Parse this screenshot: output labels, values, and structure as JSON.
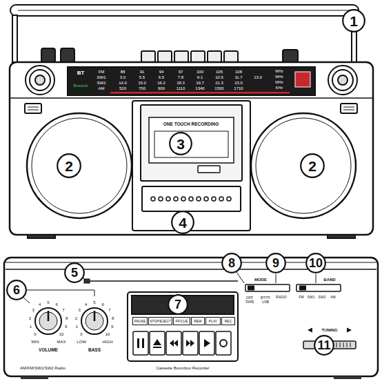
{
  "diagram": {
    "nodes": [
      {
        "text": [
          "1"
        ]
      },
      {
        "text": [
          "2"
        ]
      },
      {
        "text": [
          "3"
        ]
      },
      {
        "text": [
          "2"
        ]
      },
      {
        "text": [
          "4"
        ]
      },
      {
        "text": [
          "5"
        ]
      },
      {
        "text": [
          "6"
        ]
      },
      {
        "text": [
          "7"
        ]
      },
      {
        "text": [
          "8"
        ]
      },
      {
        "text": [
          "9"
        ]
      },
      {
        "text": [
          "10"
        ]
      },
      {
        "text": [
          "11"
        ]
      },
      {
        "text": [
          "PAUSE"
        ]
      },
      {
        "text": [
          "STOP/EJECT"
        ]
      },
      {
        "text": [
          "FF/CUE"
        ]
      },
      {
        "text": [
          "REW"
        ]
      },
      {
        "text": [
          "PLAY"
        ]
      },
      {
        "text": [
          "REC"
        ]
      }
    ],
    "labels": [
      "BT",
      "Bluetooth",
      "FM",
      "SW1",
      "SW2",
      "AM",
      "88",
      "91",
      "94",
      "97",
      "100",
      "105",
      "108",
      "3.0",
      "5.5",
      "6.5",
      "7.8",
      "9.1",
      "10.5",
      "11.7",
      "13.0",
      "14.0",
      "15.0",
      "16.2",
      "18.3",
      "19.7",
      "21.3",
      "23.0",
      "520",
      "700",
      "900",
      "1110",
      "1340",
      "1500",
      "1710",
      "MHz",
      "MHz",
      "MHz",
      "KHz",
      "ONE TOUCH RECORDING",
      "0",
      "1",
      "2",
      "3",
      "4",
      "5",
      "6",
      "7",
      "8",
      "9",
      "10",
      "0",
      "1",
      "2",
      "3",
      "4",
      "5",
      "6",
      "7",
      "8",
      "9",
      "10",
      "MIN",
      "MAX",
      "VOLUME",
      "LOW",
      "HIGH",
      "BASS",
      "MODE",
      "OFF TAPE",
      "BT/TF USB",
      "RADIO",
      "BAND",
      "FM",
      "SW1",
      "SW2",
      "AM",
      "TUNING",
      "AM/FM/SW1/SW2 Radio",
      "Cassette Boombox Recorder"
    ]
  }
}
